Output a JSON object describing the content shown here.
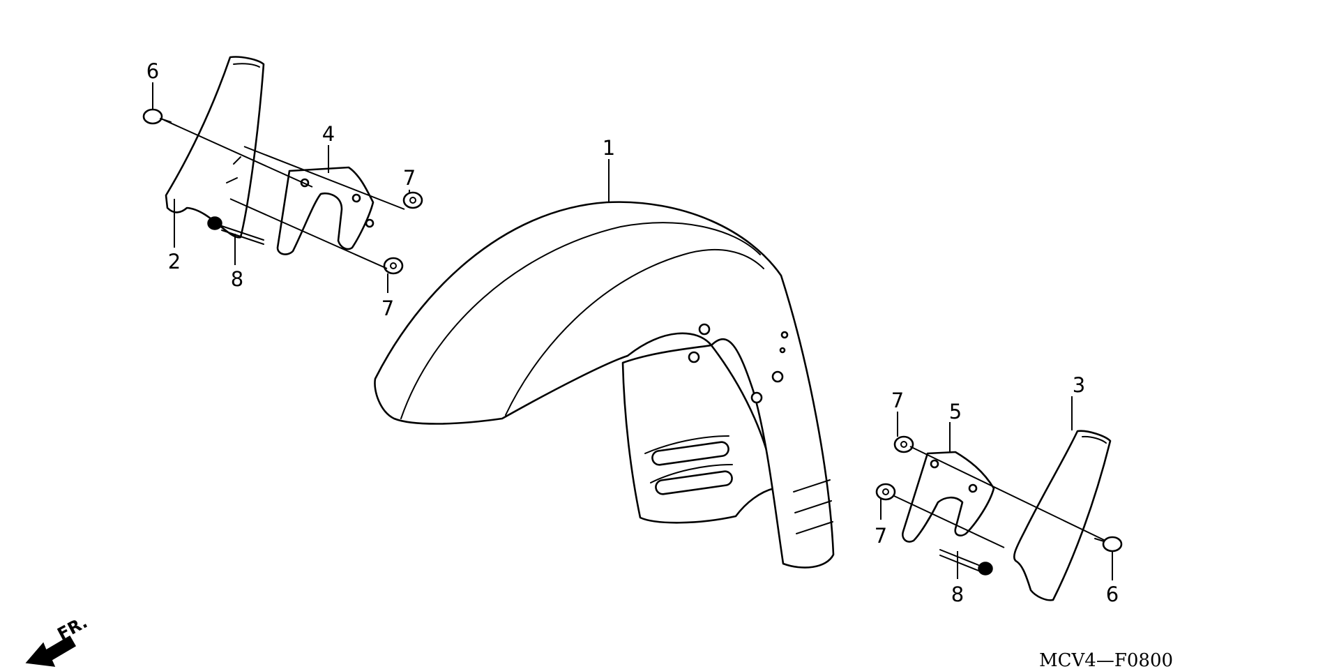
{
  "callouts": [
    {
      "id": "c1",
      "label": "1"
    },
    {
      "id": "c2",
      "label": "2"
    },
    {
      "id": "c3",
      "label": "3"
    },
    {
      "id": "c4",
      "label": "4"
    },
    {
      "id": "c5",
      "label": "5"
    },
    {
      "id": "c6a",
      "label": "6"
    },
    {
      "id": "c6b",
      "label": "6"
    },
    {
      "id": "c7a",
      "label": "7"
    },
    {
      "id": "c7b",
      "label": "7"
    },
    {
      "id": "c7c",
      "label": "7"
    },
    {
      "id": "c7d",
      "label": "7"
    },
    {
      "id": "c8a",
      "label": "8"
    },
    {
      "id": "c8b",
      "label": "8"
    }
  ],
  "direction_label": "FR.",
  "diagram_code": "MCV4—F0800"
}
